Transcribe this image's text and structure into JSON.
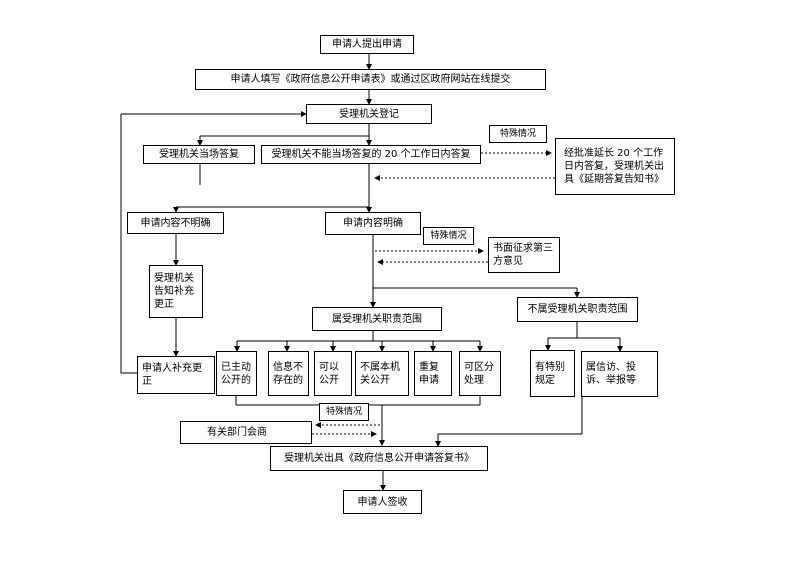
{
  "nodes": {
    "apply": "申请人提出申请",
    "fill_form": "申请人填写《政府信息公开申请表》或通过区政府网站在线提交",
    "register": "受理机关登记",
    "reply_on_site": "受理机关当场答复",
    "reply_20days": "受理机关不能当场答复的 20 个工作日内答复",
    "special_1": "特殊情况",
    "extend": "经批准延长 20 个工作日内答复，受理机关出具《延期答复告知书》",
    "unclear": "申请内容不明确",
    "clear": "申请内容明确",
    "special_2": "特殊情况",
    "third_party": "书面征求第三方意见",
    "notify_supplement": "受理机关告知补充更正",
    "applicant_supplement": "申请人补充更正",
    "in_scope": "属受理机关职责范围",
    "out_scope": "不属受理机关职责范围",
    "published": "已主动公开的",
    "not_exist": "信息不存在的",
    "can_open": "可以公开",
    "not_open": "不属本机关公开",
    "repeat": "重复申请",
    "partial": "可区分处理",
    "special_rule": "有特别规定",
    "petition": "属信访、投诉、举报等",
    "special_3": "特殊情况",
    "consult": "有关部门会商",
    "issue_reply": "受理机关出具《政府信息公开申请答复书》",
    "sign": "申请人签收"
  }
}
